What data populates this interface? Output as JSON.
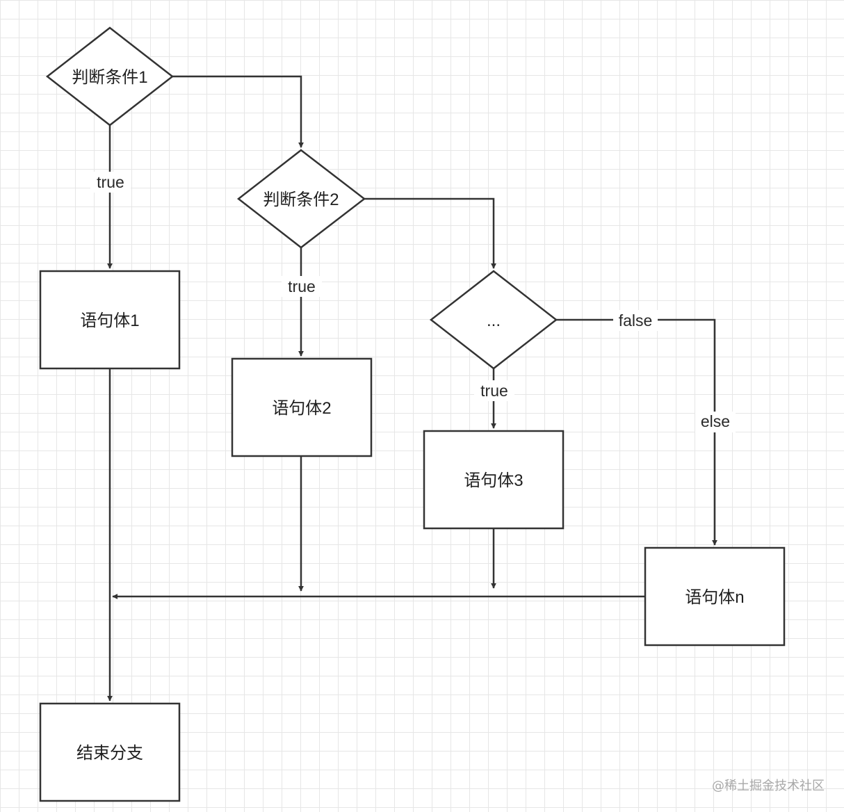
{
  "nodes": {
    "cond1": "判断条件1",
    "cond2": "判断条件2",
    "cond3": "...",
    "stmt1": "语句体1",
    "stmt2": "语句体2",
    "stmt3": "语句体3",
    "stmtn": "语句体n",
    "end": "结束分支"
  },
  "edges": {
    "cond1_true": "true",
    "cond2_true": "true",
    "cond3_true": "true",
    "cond3_false": "false",
    "else": "else"
  },
  "watermark": "@稀土掘金技术社区"
}
